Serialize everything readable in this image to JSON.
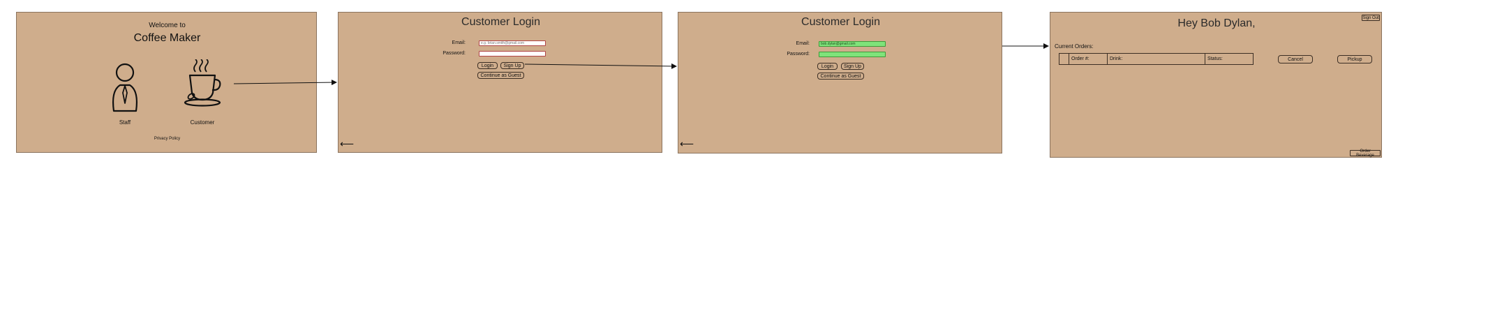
{
  "welcome": {
    "greeting": "Welcome to",
    "app_name": "Coffee Maker",
    "staff_label": "Staff",
    "customer_label": "Customer",
    "privacy_link": "Privacy Policy"
  },
  "login_empty": {
    "title": "Customer Login",
    "email_label": "Email:",
    "email_placeholder": "e.g. brian.smith@gmail.com",
    "password_label": "Password:",
    "login_button": "Login",
    "signup_button": "Sign Up",
    "guest_button": "Continue as Guest",
    "back_arrow": "⟵"
  },
  "login_filled": {
    "title": "Customer Login",
    "email_label": "Email:",
    "email_value": "bob.dylan@gmail.com",
    "password_label": "Password:",
    "login_button": "Login",
    "signup_button": "Sign Up",
    "guest_button": "Continue as Guest",
    "back_arrow": "⟵"
  },
  "dashboard": {
    "greeting": "Hey Bob Dylan,",
    "sign_out_button": "Sign Out",
    "orders_heading": "Current Orders:",
    "columns": [
      "Order #:",
      "Drink:",
      "Status:"
    ],
    "cancel_button": "Cancel",
    "pickup_button": "Pickup",
    "order_button": "Order Beverage"
  },
  "colors": {
    "frame_bg": "#cfad8c",
    "valid_field": "#7fe37a",
    "invalid_field_border": "#b04545"
  }
}
